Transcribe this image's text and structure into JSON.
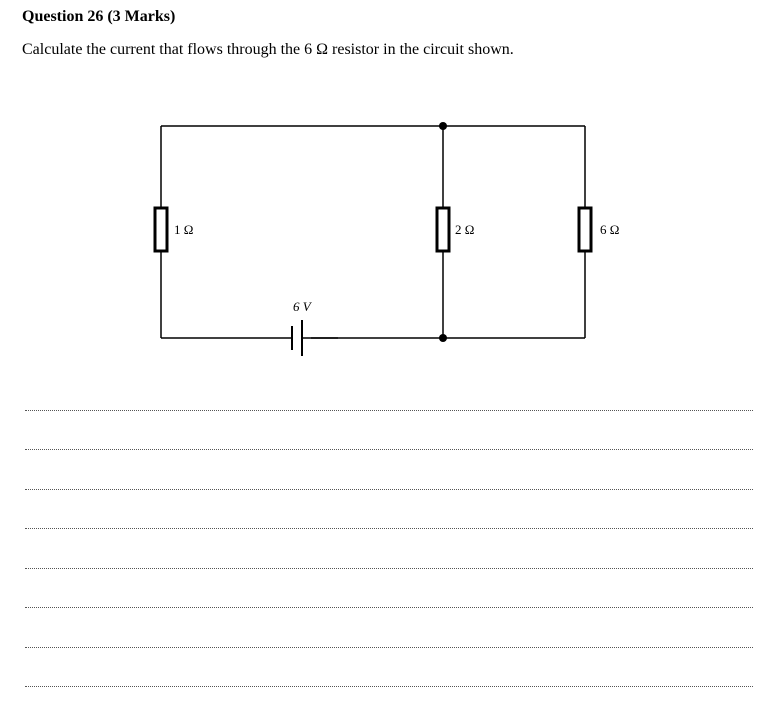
{
  "question": {
    "heading": "Question 26 (3 Marks)",
    "text": "Calculate the current that flows through the 6 Ω resistor in the circuit shown."
  },
  "circuit": {
    "r1_label": "1 Ω",
    "r2_label": "2 Ω",
    "r3_label": "6 Ω",
    "battery_label": "6 V"
  },
  "answer_area": {
    "line_count": 8
  }
}
